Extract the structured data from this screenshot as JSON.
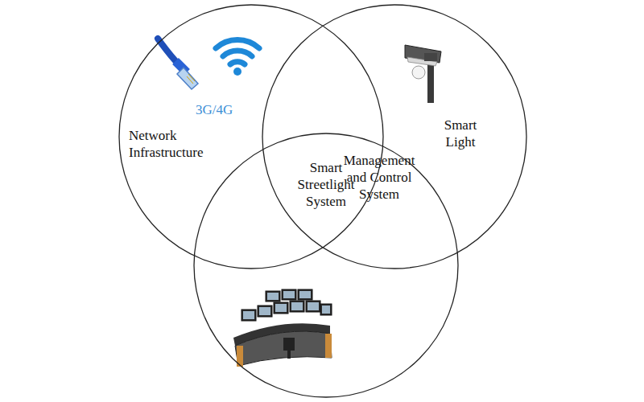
{
  "diagram": {
    "nodes": [
      {
        "text": [
          "Network Infrastructure"
        ]
      },
      {
        "text": [
          "Smart Light"
        ]
      },
      {
        "text": [
          "Management and Control System"
        ]
      }
    ],
    "labels": [
      "3G/4G",
      "Smart Streetlight System"
    ]
  }
}
